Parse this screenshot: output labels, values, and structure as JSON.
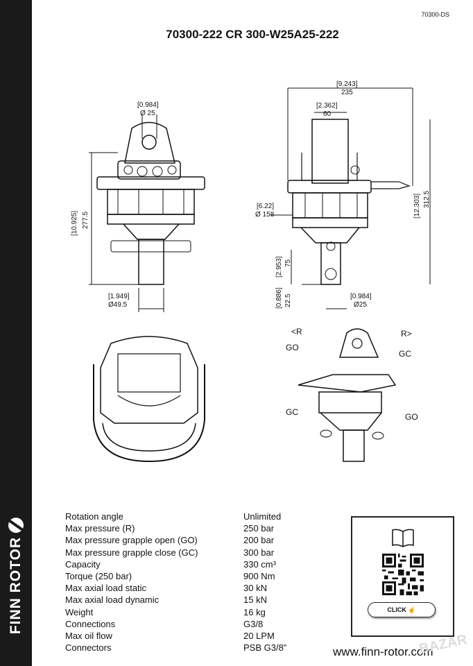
{
  "doc_code": "70300-DS",
  "title": "70300-222 CR 300-W25A25-222",
  "brand": "FINN ROTOR",
  "dimensions": {
    "front_top_inch": "[0.984]",
    "front_top_mm": "Ø 25",
    "front_height_inch": "[10.925]",
    "front_height_mm": "277.5",
    "front_bottom_inch": "[1.949]",
    "front_bottom_mm": "Ø49.5",
    "side_width_inch": "[9.243]",
    "side_width_mm": "235",
    "side_top_inch": "[2.362]",
    "side_top_mm": "60",
    "side_flange_inch": "[6.22]",
    "side_flange_mm": "Ø 158",
    "side_height_inch": "[12.303]",
    "side_height_mm": "312.5",
    "side_shaft_inch": "[2.953]",
    "side_shaft_mm": "75",
    "side_tip_inch": "[0.886]",
    "side_tip_mm": "22.5",
    "side_pin_inch": "[0.984]",
    "side_pin_mm": "Ø25"
  },
  "ports": {
    "left_rotation": "<R",
    "right_rotation": "R>",
    "go": "GO",
    "gc": "GC"
  },
  "specs": [
    {
      "label": "Rotation angle",
      "value": "Unlimited"
    },
    {
      "label": "Max pressure (R)",
      "value": "250 bar"
    },
    {
      "label": "Max pressure grapple open (GO)",
      "value": "200 bar"
    },
    {
      "label": "Max pressure grapple close (GC)",
      "value": "300 bar"
    },
    {
      "label": "Capacity",
      "value": "330 cm³"
    },
    {
      "label": "Torque (250 bar)",
      "value": "900 Nm"
    },
    {
      "label": "Max axial load static",
      "value": "30 kN"
    },
    {
      "label": "Max axial load dynamic",
      "value": "15 kN"
    },
    {
      "label": "Weight",
      "value": "16 kg"
    },
    {
      "label": "Connections",
      "value": "G3/8"
    },
    {
      "label": "Max oil flow",
      "value": "20 LPM"
    },
    {
      "label": "Connectors",
      "value": "PSB G3/8”"
    }
  ],
  "click_label": "CLICK",
  "url": "www.finn-rotor.com",
  "watermark": "BAZAR"
}
